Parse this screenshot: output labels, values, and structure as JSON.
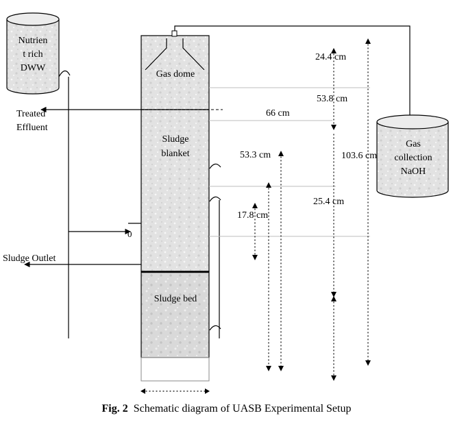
{
  "tanks": {
    "feed_label_line1": "Nutrien",
    "feed_label_line2": "t rich",
    "feed_label_line3": "DWW",
    "gas_label_line1": "Gas",
    "gas_label_line2": "collection",
    "gas_label_line3": "NaOH"
  },
  "reactor": {
    "gas_dome": "Gas dome",
    "sludge_blanket_line1": "Sludge",
    "sludge_blanket_line2": "blanket",
    "sludge_bed": "Sludge bed"
  },
  "streams": {
    "treated_effluent_line1": "Treated",
    "treated_effluent_line2": "Effluent",
    "sludge_outlet": "Sludge Outlet"
  },
  "dimensions": {
    "d1": "24.4 cm",
    "d2": "53.8 cm",
    "d3": "66 cm",
    "d4": "53.3 cm",
    "d5": "103.6 cm",
    "d6": "25.4 cm",
    "d7": "17.8 cm"
  },
  "caption": {
    "label": "Fig. 2",
    "text": "Schematic diagram of UASB Experimental Setup"
  }
}
